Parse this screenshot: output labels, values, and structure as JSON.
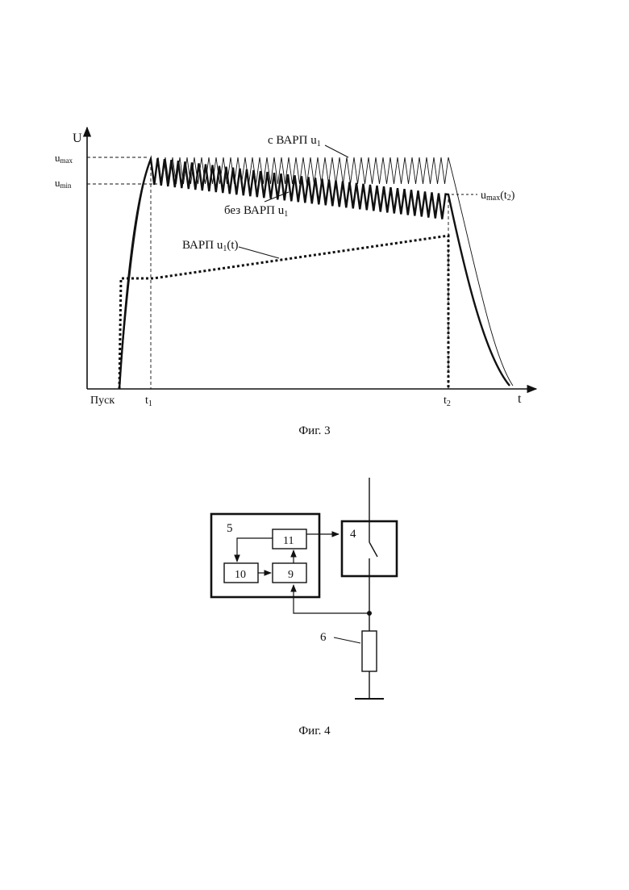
{
  "fig3": {
    "caption": "Фиг. 3",
    "axis": {
      "y_label": "U",
      "x_label": "t",
      "ticks": {
        "umax_base": "u",
        "umax_sub": "max",
        "umin_base": "u",
        "umin_sub": "min"
      },
      "x_ticks": {
        "start": "Пуск",
        "t1_base": "t",
        "t1_sub": "1",
        "t2_base": "t",
        "t2_sub": "2"
      }
    },
    "labels": {
      "with_varp": "с ВАРП u",
      "with_varp_sub": "1",
      "without_varp": "без ВАРП u",
      "without_varp_sub": "1",
      "varp_base": "ВАРП u",
      "varp_sub": "1",
      "varp_tail": "(t)",
      "umax_t2_base": "u",
      "umax_t2_sub": "max",
      "umax_t2_tail": "(t",
      "umax_t2_tail_sub": "2",
      "umax_t2_close": ")"
    }
  },
  "fig4": {
    "caption": "Фиг. 4",
    "blocks": {
      "outer": "5",
      "b11": "11",
      "b10": "10",
      "b9": "9",
      "switch": "4",
      "resistor": "6"
    }
  }
}
